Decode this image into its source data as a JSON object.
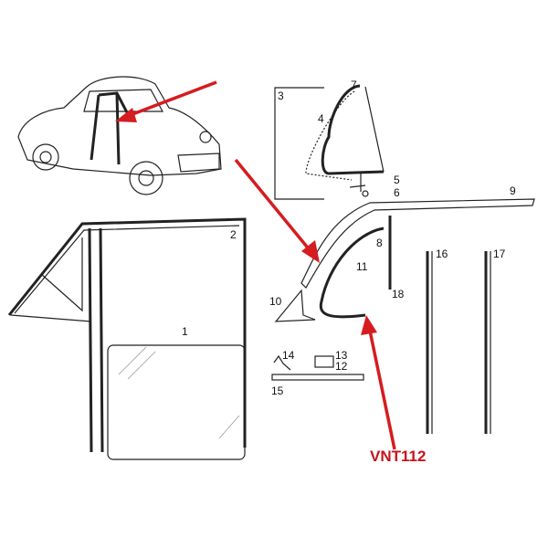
{
  "diagram": {
    "part_labels": [
      "1",
      "2",
      "3",
      "4",
      "5",
      "6",
      "7",
      "8",
      "9",
      "10",
      "11",
      "12",
      "13",
      "14",
      "15",
      "16",
      "17",
      "18"
    ],
    "callout": "VNT112",
    "accent_color": "#d51c20"
  }
}
